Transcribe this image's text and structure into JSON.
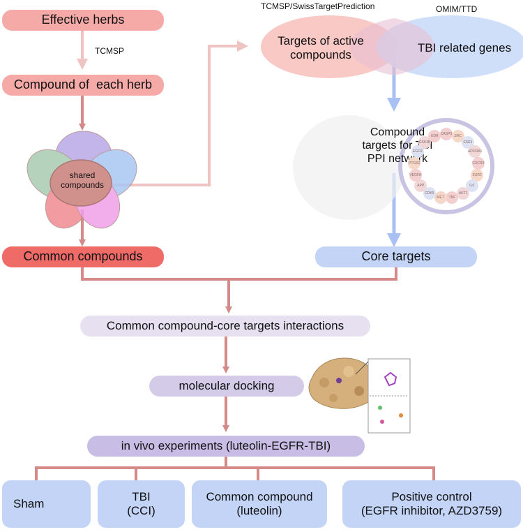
{
  "top": {
    "effective_herbs": "Effective herbs",
    "tcmsp": "TCMSP",
    "compound_each_herb": "Compound of  each herb",
    "shared_compounds": "shared\ncompounds",
    "common_compounds": "Common compounds"
  },
  "venn": {
    "left_source": "TCMSP/SwissTargetPrediction",
    "right_source": "OMIM/TTD",
    "left_label": "Targets of active compounds",
    "right_label": "TBI related genes"
  },
  "network": {
    "title": "Compound targets for TBI PPI network",
    "nodes": [
      "CASP3",
      "SRC",
      "ESR1",
      "ADORA1",
      "CXCR4",
      "ESR2",
      "IL6",
      "AKT1",
      "TNF",
      "MET",
      "CDK5",
      "APP",
      "VEGFA",
      "PTGS2",
      "EGFR",
      "GSK3B",
      "KDR"
    ]
  },
  "core_targets": "Core targets",
  "flow": {
    "interactions": "Common compound-core targets interactions",
    "docking": "molecular docking",
    "in_vivo": "in vivo experiments (luteolin-EGFR-TBI)"
  },
  "groups": [
    {
      "label": "Sham"
    },
    {
      "label": "TBI\n(CCI)"
    },
    {
      "label": "Common compound\n(luteolin)"
    },
    {
      "label": "Positive control\n(EGFR inhibitor, AZD3759)"
    }
  ],
  "colors": {
    "pink": "#f6aaa8",
    "red": "#ee6b68",
    "blue": "#c3d4f6",
    "lavender": "#e6e0f1",
    "purple": "#c8bde4",
    "connector": "#d48a88",
    "light_connector": "#eec3c1",
    "blue_arrow": "#a9c0f2"
  }
}
